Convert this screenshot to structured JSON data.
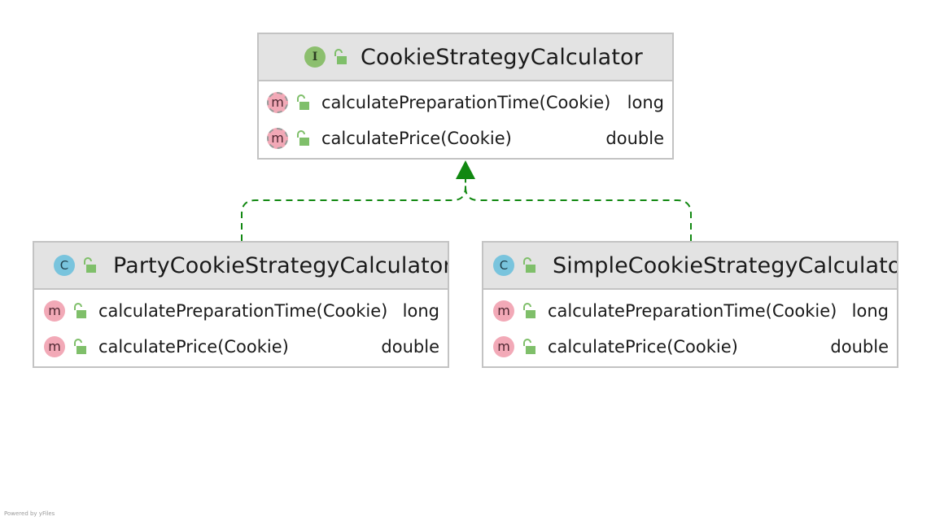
{
  "interface_node": {
    "kind_icon": "interface-icon",
    "kind_letter": "I",
    "name": "CookieStrategyCalculator",
    "methods": [
      {
        "name": "calculatePreparationTime(Cookie)",
        "type": "long",
        "icon": "abstract-method-icon",
        "icon_letter": "m"
      },
      {
        "name": "calculatePrice(Cookie)",
        "type": "double",
        "icon": "abstract-method-icon",
        "icon_letter": "m"
      }
    ]
  },
  "class_nodes": [
    {
      "kind_icon": "class-icon",
      "kind_letter": "C",
      "name": "PartyCookieStrategyCalculator",
      "methods": [
        {
          "name": "calculatePreparationTime(Cookie)",
          "type": "long",
          "icon": "method-icon",
          "icon_letter": "m"
        },
        {
          "name": "calculatePrice(Cookie)",
          "type": "double",
          "icon": "method-icon",
          "icon_letter": "m"
        }
      ]
    },
    {
      "kind_icon": "class-icon",
      "kind_letter": "C",
      "name": "SimpleCookieStrategyCalculator",
      "methods": [
        {
          "name": "calculatePreparationTime(Cookie)",
          "type": "long",
          "icon": "method-icon",
          "icon_letter": "m"
        },
        {
          "name": "calculatePrice(Cookie)",
          "type": "double",
          "icon": "method-icon",
          "icon_letter": "m"
        }
      ]
    }
  ],
  "edges": [
    {
      "from": "PartyCookieStrategyCalculator",
      "to": "CookieStrategyCalculator",
      "relation": "implements"
    },
    {
      "from": "SimpleCookieStrategyCalculator",
      "to": "CookieStrategyCalculator",
      "relation": "implements"
    }
  ],
  "colors": {
    "edge": "#118811",
    "node_border": "#c3c3c3",
    "header_bg": "#e3e3e3",
    "interface_badge": "#8cbf6e",
    "class_badge": "#79c4dd",
    "method_badge": "#f2a9b7",
    "lock": "#7fbf6a"
  },
  "watermark": "Powered by yFiles"
}
